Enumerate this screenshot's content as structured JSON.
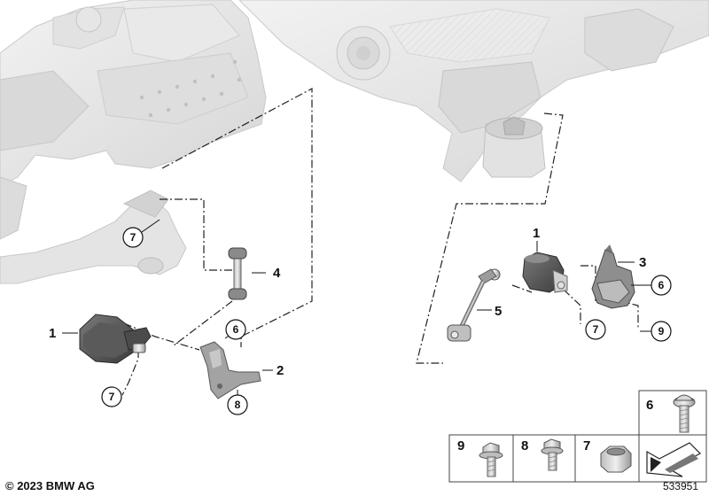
{
  "callouts": {
    "left_sensor": "1",
    "left_bracket": "2",
    "left_rod": "4",
    "left_nut_top": "7",
    "left_nut_bottom": "7",
    "left_screw_small": "6",
    "left_bolt": "8",
    "right_sensor": "1",
    "right_bracket": "3",
    "right_rod": "5",
    "right_screw": "6",
    "right_nut": "7",
    "right_bolt": "9"
  },
  "legend": {
    "screw_6": "6",
    "bolt_9": "9",
    "bolt_8": "8",
    "nut_7": "7"
  },
  "footer": {
    "copyright": "© 2023 BMW AG",
    "doc_number": "533951"
  }
}
